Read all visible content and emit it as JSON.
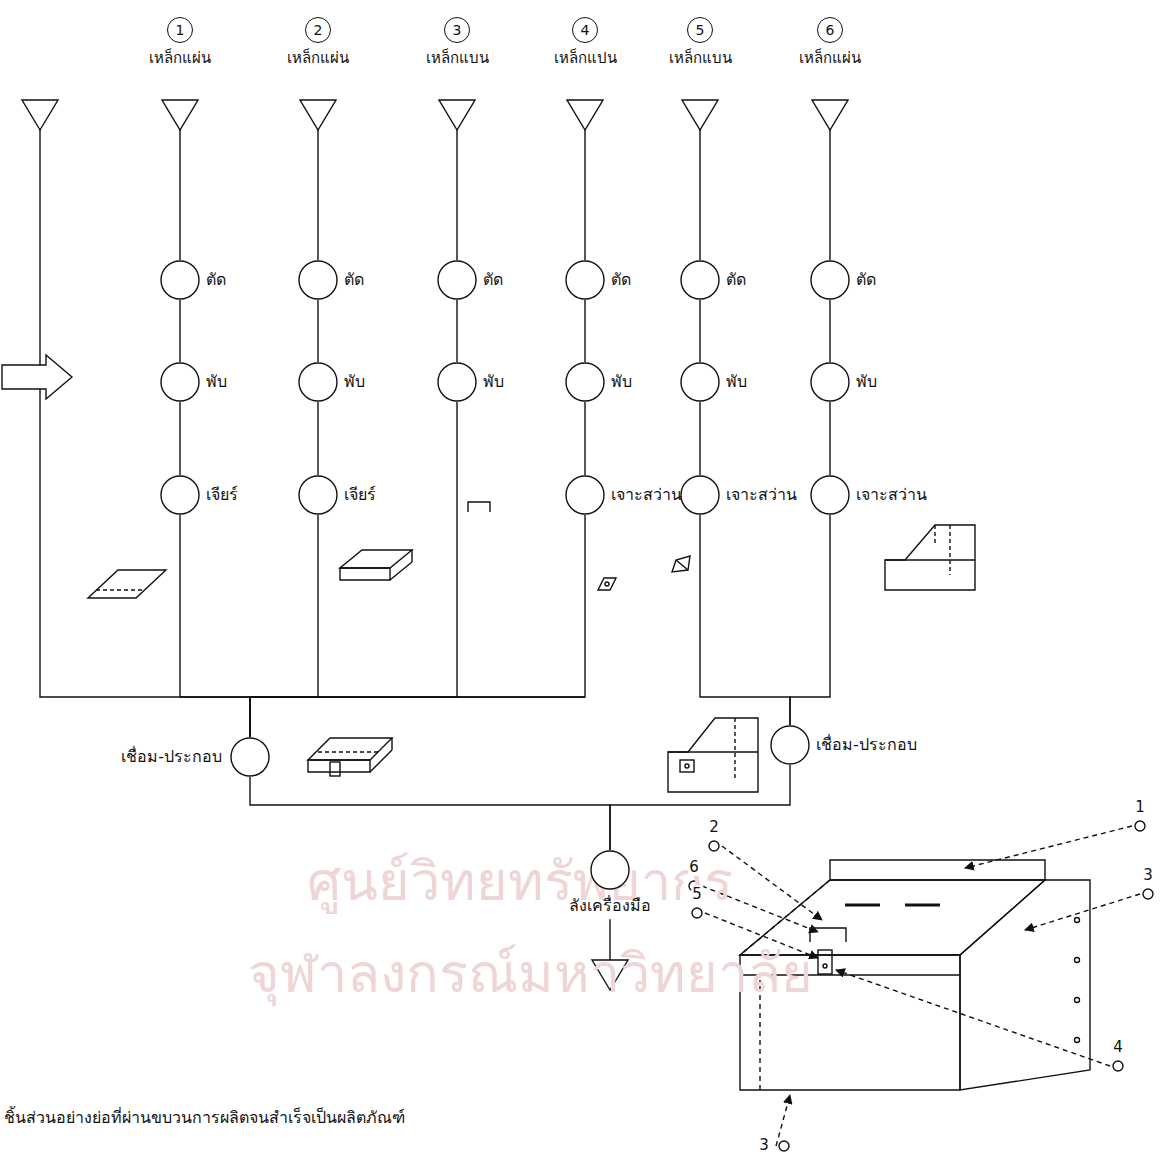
{
  "diagram": {
    "caption": "ชิ้นส่วนอย่างย่อที่ผ่านขบวนการผลิตจนสำเร็จเป็นผลิตภัณฑ์",
    "nodes": [
      {
        "text": [
          "1",
          "เหล็กแผ่น"
        ]
      },
      {
        "text": [
          "ตัด"
        ]
      },
      {
        "text": [
          "พับ"
        ]
      },
      {
        "text": [
          "เจียร์"
        ]
      },
      {
        "text": [
          "2",
          "เหล็กแผ่น"
        ]
      },
      {
        "text": [
          "ตัด"
        ]
      },
      {
        "text": [
          "พับ"
        ]
      },
      {
        "text": [
          "เจียร์"
        ]
      },
      {
        "text": [
          "3",
          "เหล็กแบน"
        ]
      },
      {
        "text": [
          "ตัด"
        ]
      },
      {
        "text": [
          "พับ"
        ]
      },
      {
        "text": [
          "4",
          "เหล็กแปน"
        ]
      },
      {
        "text": [
          "ตัด"
        ]
      },
      {
        "text": [
          "พับ"
        ]
      },
      {
        "text": [
          "เจาะสว่าน"
        ]
      },
      {
        "text": [
          "5",
          "เหล็กแบน"
        ]
      },
      {
        "text": [
          "ตัด"
        ]
      },
      {
        "text": [
          "พับ"
        ]
      },
      {
        "text": [
          "เจาะสว่าน"
        ]
      },
      {
        "text": [
          "6",
          "เหล็กแผ่น"
        ]
      },
      {
        "text": [
          "ตัด"
        ]
      },
      {
        "text": [
          "พับ"
        ]
      },
      {
        "text": [
          "เจาะสว่าน"
        ]
      },
      {
        "text": [
          "เชื่อม-ประกอบ"
        ]
      },
      {
        "text": [
          "เชื่อม-ประกอบ"
        ]
      },
      {
        "text": [
          "ลังเครื่องมือ"
        ]
      }
    ],
    "edges": [
      {
        "from": 0,
        "to": 1,
        "arrow": "none"
      },
      {
        "from": 1,
        "to": 2,
        "arrow": "none"
      },
      {
        "from": 2,
        "to": 3,
        "arrow": "none"
      },
      {
        "from": 4,
        "to": 5,
        "arrow": "none"
      },
      {
        "from": 5,
        "to": 6,
        "arrow": "none"
      },
      {
        "from": 6,
        "to": 7,
        "arrow": "none"
      },
      {
        "from": 8,
        "to": 9,
        "arrow": "none"
      },
      {
        "from": 9,
        "to": 10,
        "arrow": "none"
      },
      {
        "from": 11,
        "to": 12,
        "arrow": "none"
      },
      {
        "from": 12,
        "to": 13,
        "arrow": "none"
      },
      {
        "from": 13,
        "to": 14,
        "arrow": "none"
      },
      {
        "from": 15,
        "to": 16,
        "arrow": "none"
      },
      {
        "from": 16,
        "to": 17,
        "arrow": "none"
      },
      {
        "from": 17,
        "to": 18,
        "arrow": "none"
      },
      {
        "from": 19,
        "to": 20,
        "arrow": "none"
      },
      {
        "from": 20,
        "to": 21,
        "arrow": "none"
      },
      {
        "from": 21,
        "to": 22,
        "arrow": "none"
      },
      {
        "from": 3,
        "to": 23,
        "arrow": "none"
      },
      {
        "from": 7,
        "to": 23,
        "arrow": "none"
      },
      {
        "from": 10,
        "to": 23,
        "arrow": "none"
      },
      {
        "from": 14,
        "to": 23,
        "arrow": "none"
      },
      {
        "from": 18,
        "to": 24,
        "arrow": "none"
      },
      {
        "from": 22,
        "to": 24,
        "arrow": "none"
      },
      {
        "from": 23,
        "to": 25,
        "arrow": "none"
      },
      {
        "from": 24,
        "to": 25,
        "arrow": "none"
      }
    ],
    "labels": [
      "ศูนย์วิทยทรัพยากร",
      "จุฬาลงกรณ์มหาวิทยาลัย",
      "1",
      "2",
      "3",
      "6",
      "5",
      "4",
      "3"
    ]
  }
}
